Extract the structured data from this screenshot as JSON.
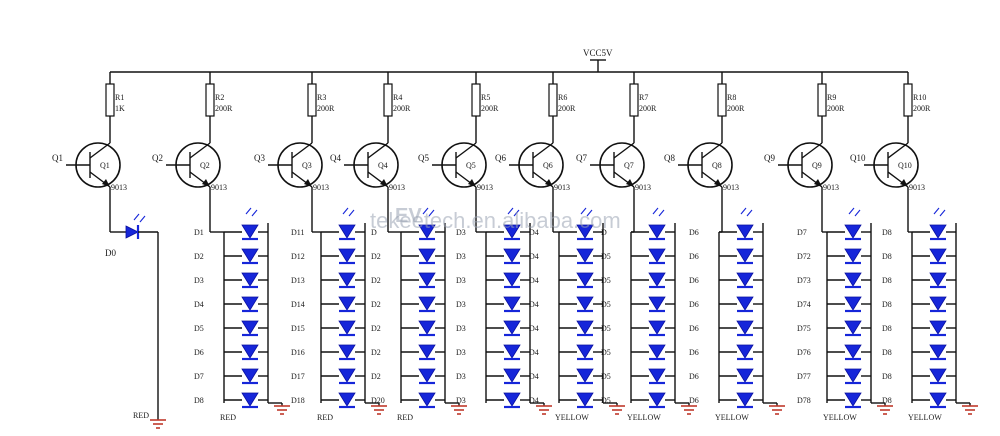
{
  "vcc_label": "VCC5V",
  "transistor_part": "9013",
  "watermark": "tekeetech.en.alibaba.com",
  "watermark_logo": "EV",
  "led_d0_label": "D0",
  "stages": [
    {
      "q": "Q1",
      "r": "R1",
      "rv": "1K",
      "color": "RED",
      "leds": []
    },
    {
      "q": "Q2",
      "r": "R2",
      "rv": "200R",
      "color": "RED",
      "leds": [
        "D1",
        "D2",
        "D3",
        "D4",
        "D5",
        "D6",
        "D7",
        "D8"
      ]
    },
    {
      "q": "Q3",
      "r": "R3",
      "rv": "200R",
      "color": "RED",
      "leds": [
        "D11",
        "D12",
        "D13",
        "D14",
        "D15",
        "D16",
        "D17",
        "D18"
      ]
    },
    {
      "q": "Q4",
      "r": "R4",
      "rv": "200R",
      "color": "RED",
      "leds": [
        "D",
        "D2",
        "D2",
        "D2",
        "D2",
        "D2",
        "D2",
        "D20"
      ]
    },
    {
      "q": "Q5",
      "r": "R5",
      "rv": "200R",
      "color": "",
      "leds": [
        "D3",
        "D3",
        "D3",
        "D3",
        "D3",
        "D3",
        "D3",
        "D3"
      ]
    },
    {
      "q": "Q6",
      "r": "R6",
      "rv": "200R",
      "color": "YELLOW",
      "leds": [
        "D4",
        "D4",
        "D4",
        "D4",
        "D4",
        "D4",
        "D4",
        "D4"
      ]
    },
    {
      "q": "Q7",
      "r": "R7",
      "rv": "200R",
      "color": "YELLOW",
      "leds": [
        "D",
        "D5",
        "D5",
        "D5",
        "D5",
        "D5",
        "D5",
        "D5"
      ]
    },
    {
      "q": "Q8",
      "r": "R8",
      "rv": "200R",
      "color": "YELLOW",
      "leds": [
        "D6",
        "D6",
        "D6",
        "D6",
        "D6",
        "D6",
        "D6",
        "D6"
      ]
    },
    {
      "q": "Q9",
      "r": "R9",
      "rv": "200R",
      "color": "YELLOW",
      "leds": [
        "D7",
        "D72",
        "D73",
        "D74",
        "D75",
        "D76",
        "D77",
        "D78"
      ]
    },
    {
      "q": "Q10",
      "r": "R10",
      "rv": "200R",
      "color": "YELLOW",
      "leds": [
        "D8",
        "D8",
        "D8",
        "D8",
        "D8",
        "D8",
        "D8",
        "D8"
      ]
    }
  ],
  "colors": {
    "led": "#1626d9",
    "ground": "#c0392b",
    "wire": "#111111"
  }
}
